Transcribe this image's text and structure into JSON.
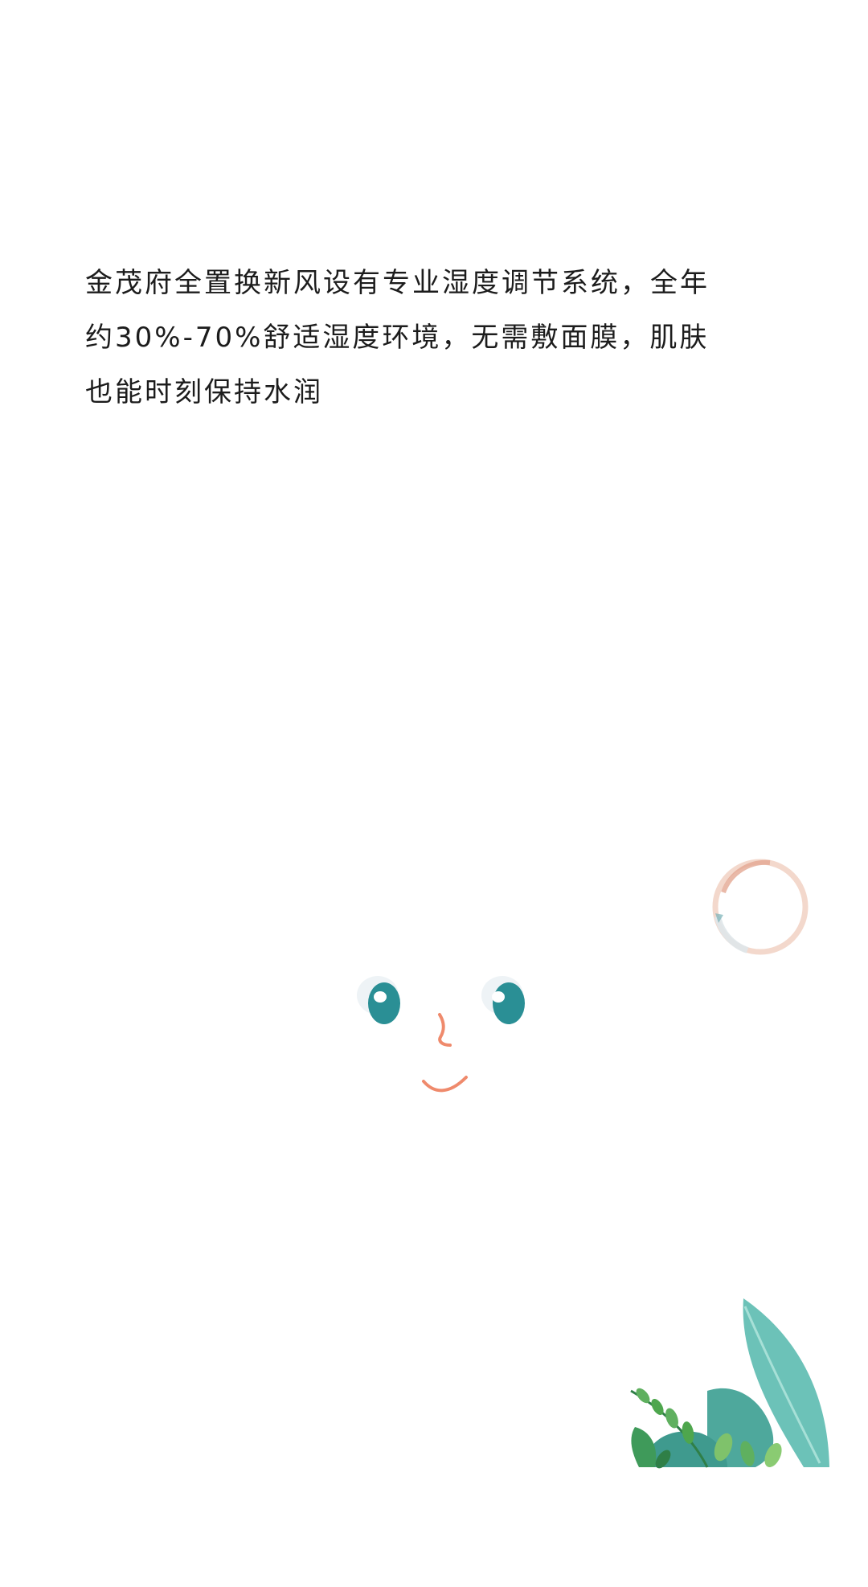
{
  "article": {
    "lines": [
      "金茂府全置换新风设有专业湿度调节系统，全年",
      "约30%-70%舒适湿度环境，无需敷面膜，肌肤",
      "也能时刻保持水润"
    ]
  },
  "illustrations": {
    "face": "smiling-face-illustration",
    "bubble": "water-bubble-illustration",
    "leaves": "green-leaves-illustration"
  },
  "colors": {
    "text": "#1c1c1c",
    "eye": "#2a8f95",
    "mouth": "#ef8a6c",
    "leaf_large": "#6cc2b8",
    "leaf_small": "#3f9a5a",
    "bubble": "#e9b6a4"
  }
}
